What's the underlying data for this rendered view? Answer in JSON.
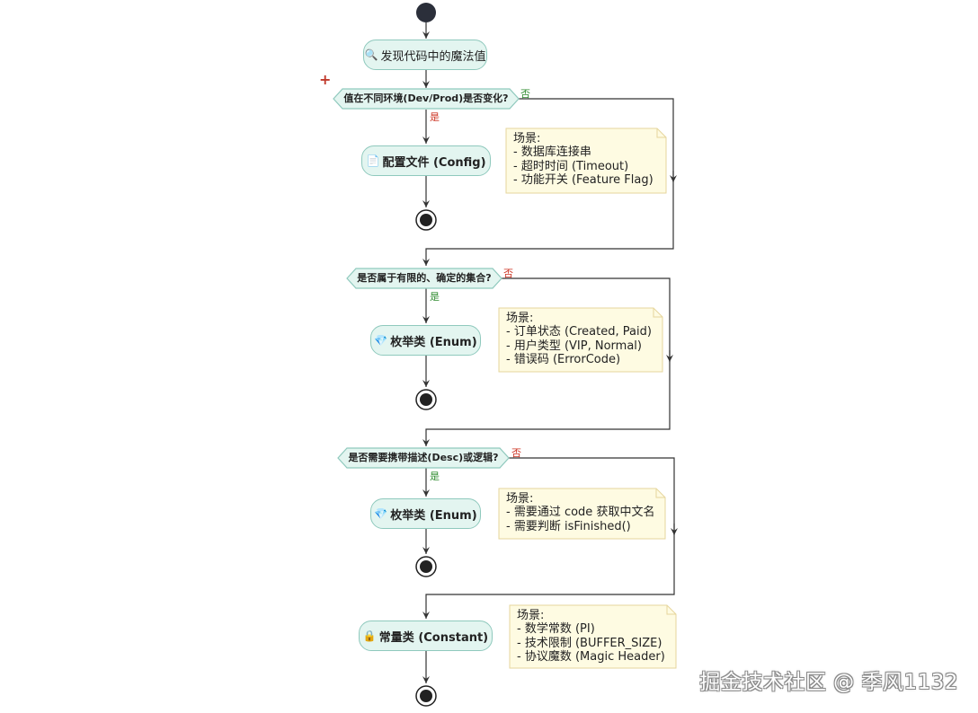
{
  "activities": {
    "start_find": {
      "icon": "🔍",
      "label": "发现代码中的魔法值"
    },
    "config": {
      "icon": "📄",
      "label": "配置文件 (Config)"
    },
    "enum1": {
      "icon": "💎",
      "label": "枚举类 (Enum)"
    },
    "enum2": {
      "icon": "💎",
      "label": "枚举类 (Enum)"
    },
    "constant": {
      "icon": "🔒",
      "label": "常量类 (Constant)"
    }
  },
  "decisions": {
    "d1": {
      "label": "值在不同环境(Dev/Prod)是否变化?",
      "yes": "是",
      "no": "否"
    },
    "d2": {
      "label": "是否属于有限的、确定的集合?",
      "yes": "是",
      "no": "否"
    },
    "d3": {
      "label": "是否需要携带描述(Desc)或逻辑?",
      "yes": "是",
      "no": "否"
    }
  },
  "notes": {
    "n1": {
      "lines": [
        "场景:",
        "- 数据库连接串",
        "- 超时时间 (Timeout)",
        "- 功能开关 (Feature Flag)"
      ]
    },
    "n2": {
      "lines": [
        "场景:",
        "- 订单状态 (Created, Paid)",
        "- 用户类型 (VIP, Normal)",
        "- 错误码 (ErrorCode)"
      ]
    },
    "n3": {
      "lines": [
        "场景:",
        "- 需要通过 code 获取中文名",
        "- 需要判断 isFinished()"
      ]
    },
    "n4": {
      "lines": [
        "场景:",
        "- 数学常数 (PI)",
        "- 技术限制 (BUFFER_SIZE)",
        "- 协议魔数 (Magic Header)"
      ]
    }
  },
  "marker": "+",
  "watermark": "掘金技术社区 @ 季风1132",
  "colors": {
    "activity_fill": "#e3f5f0",
    "activity_border": "#8fc9bd",
    "note_fill": "#fefbe2",
    "note_border": "#e6d69c",
    "line": "#333333",
    "yes_label": "#2e8b2e",
    "no_label": "#cc3322"
  }
}
